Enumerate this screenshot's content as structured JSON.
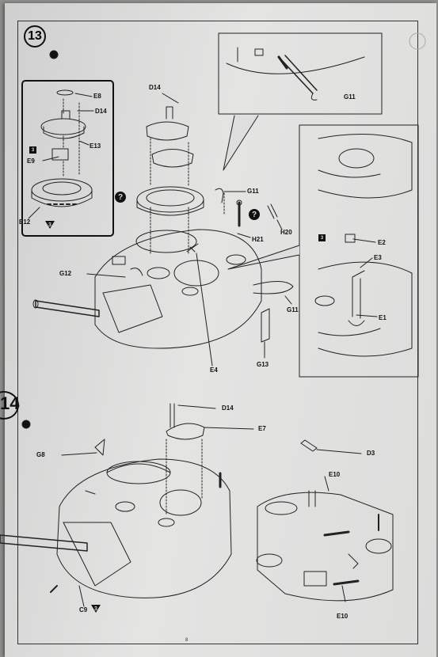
{
  "steps": {
    "step13": "13",
    "step14": "14"
  },
  "labels": {
    "E8": "E8",
    "D14_inset": "D14",
    "E13": "E13",
    "E9": "E9",
    "E12": "E12",
    "D14_top": "D14",
    "G11_top": "G11",
    "G11_mid": "G11",
    "H21": "H21",
    "H20": "H20",
    "E2": "E2",
    "E3": "E3",
    "E1": "E1",
    "G12": "G12",
    "G11_bottom": "G11",
    "E4": "E4",
    "G13": "G13",
    "D14_s14": "D14",
    "E7": "E7",
    "D3": "D3",
    "G8": "G8",
    "E10_top": "E10",
    "E10_bottom": "E10",
    "C9": "C9"
  },
  "badges": {
    "inset_e9": "3",
    "inset_e12": "3",
    "e2": "3",
    "c9": "3"
  },
  "page_number": "8"
}
